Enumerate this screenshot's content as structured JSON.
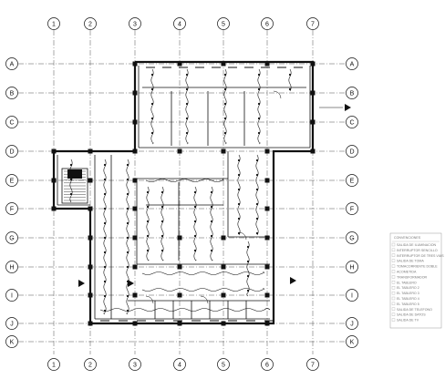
{
  "drawing": {
    "type": "architectural floor plan",
    "grid_columns": [
      "1",
      "2",
      "3",
      "4",
      "5",
      "6",
      "7"
    ],
    "grid_rows": [
      "A",
      "B",
      "C",
      "D",
      "E",
      "F",
      "G",
      "H",
      "I",
      "J",
      "K"
    ],
    "colors": {
      "line": "#111111",
      "grid": "#555555",
      "legend": "#9a9a9a"
    }
  },
  "legend": {
    "title": "CONVENCIONES",
    "lines": [
      "SALIDA DE ILUMINACION",
      "INTERRUPTOR SENCILLO",
      "INTERRUPTOR DE TRES VIAS",
      "SALIDA DE TOMA",
      "TOMACORRIENTE DOBLE",
      "ACOMETIDA",
      "TRANSFORMADOR",
      "EL TABLERO",
      "EL TABLERO 2",
      "EL TABLERO 3",
      "EL TABLERO 4",
      "EL TABLERO 5",
      "SALIDA DE TELEFONO",
      "SALIDA DE DATOS",
      "SALIDA DE TV"
    ]
  }
}
